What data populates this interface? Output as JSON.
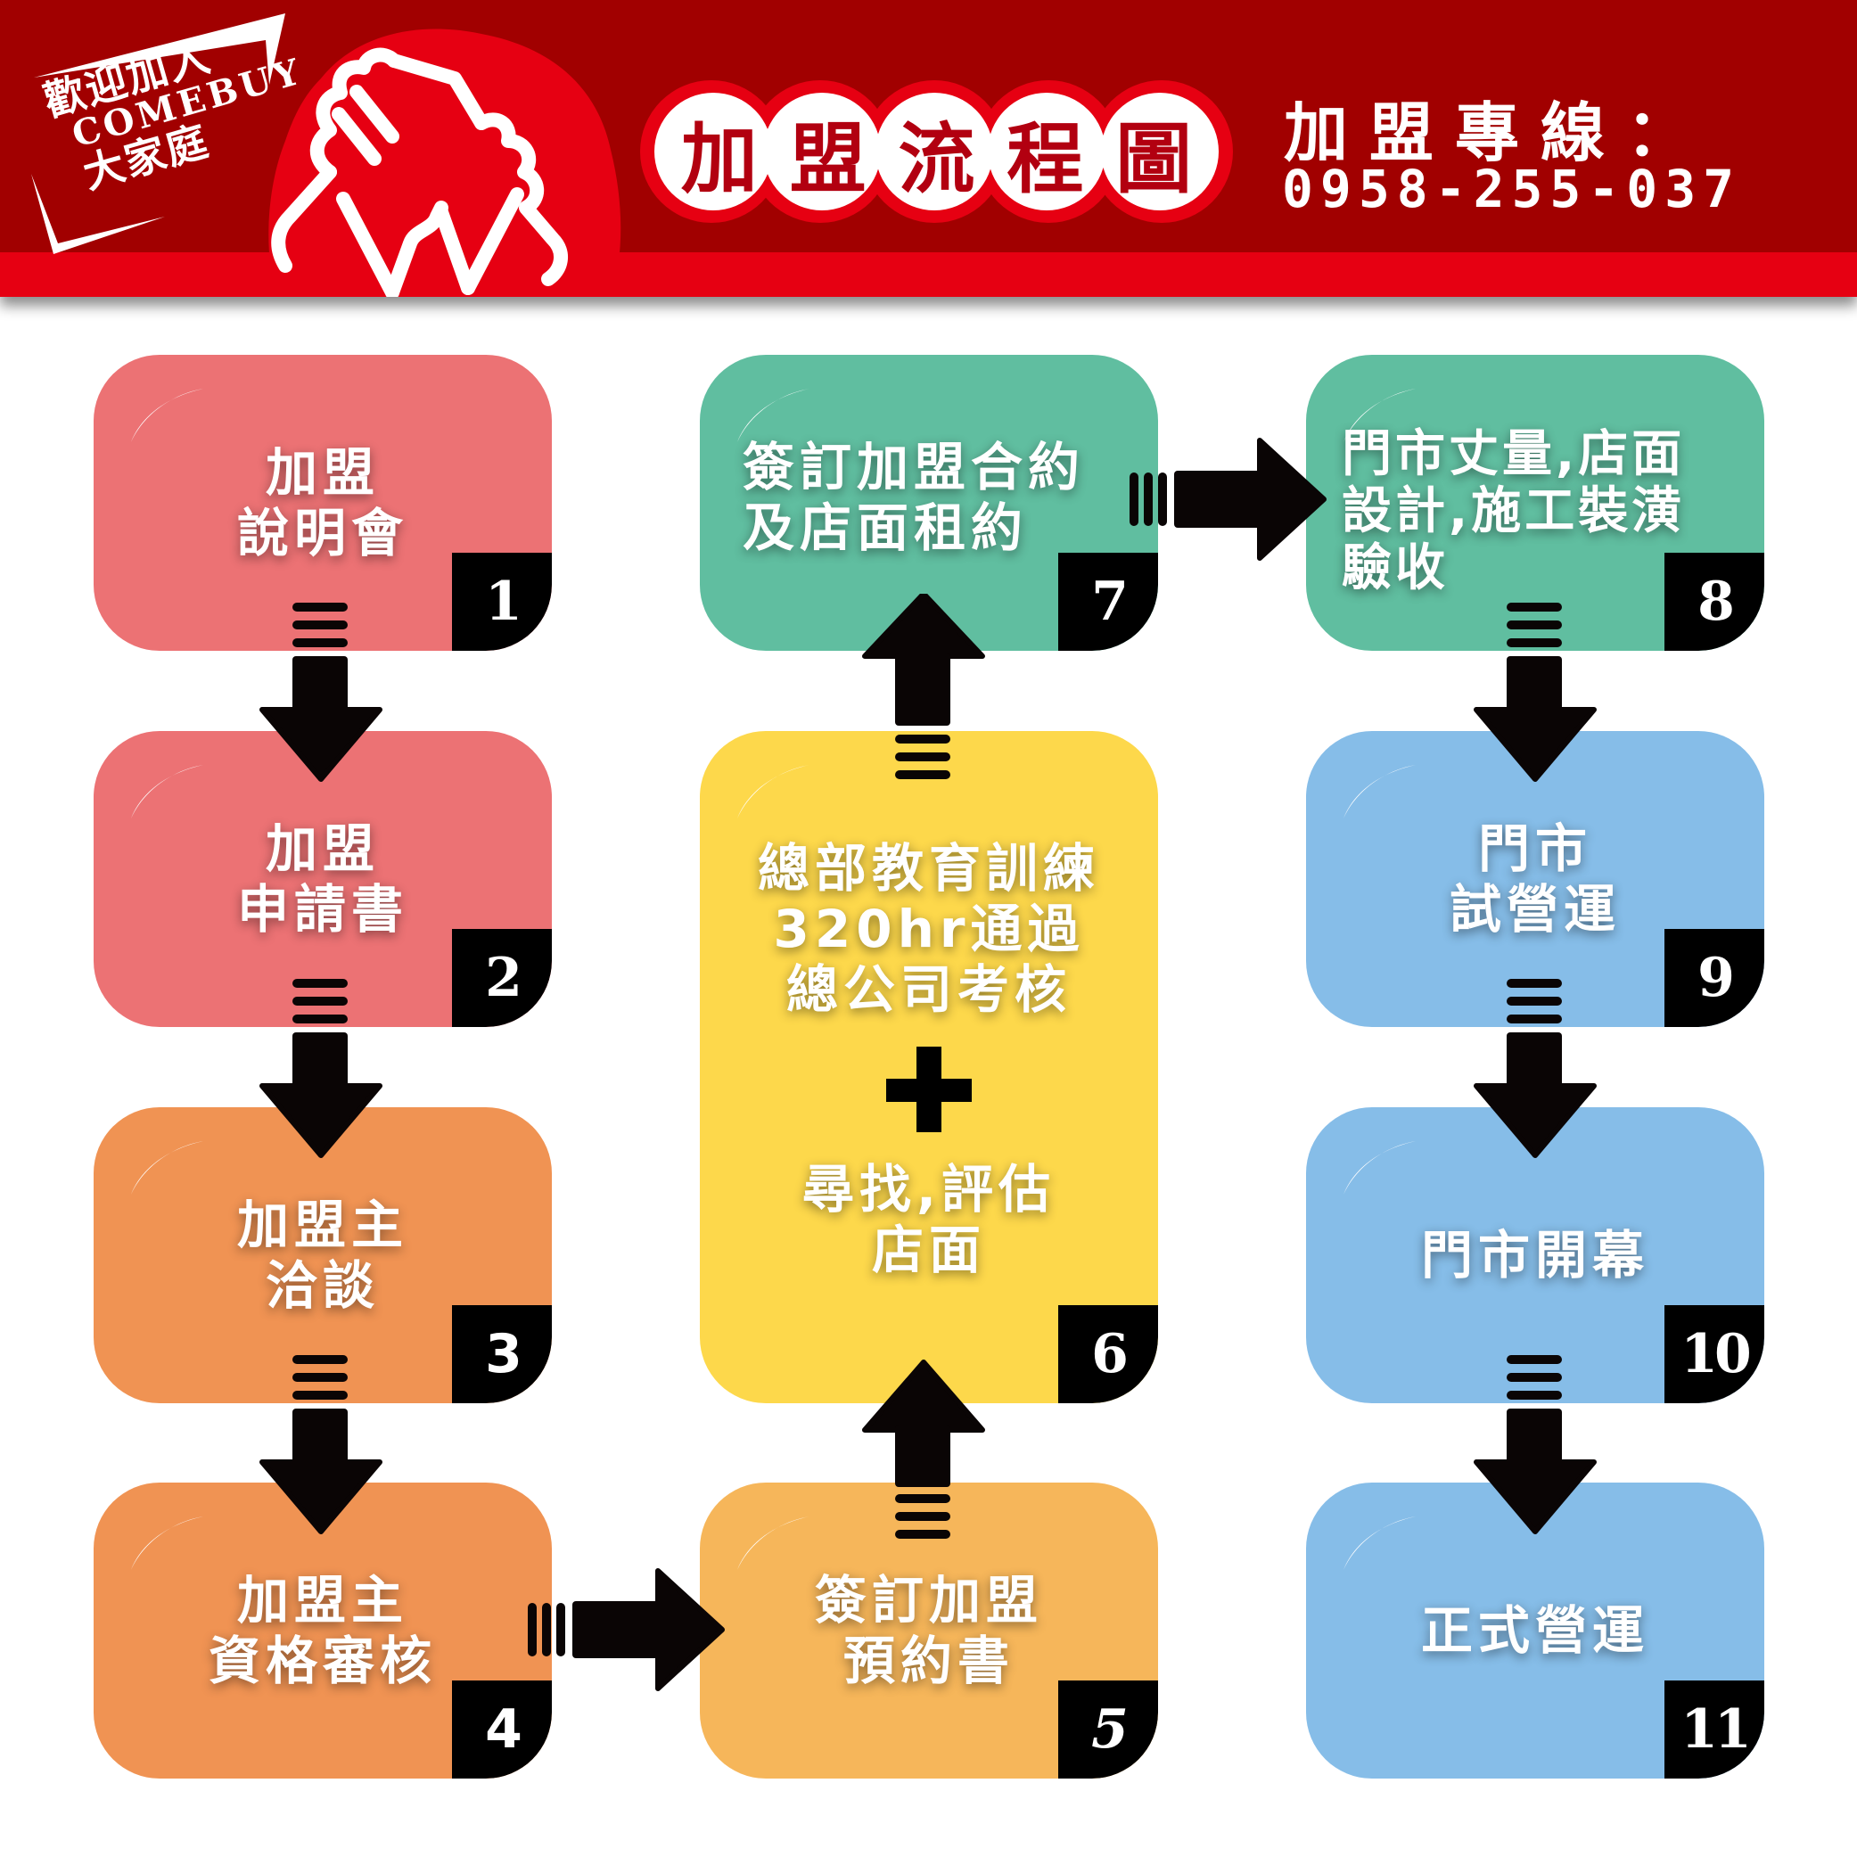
{
  "header": {
    "welcome_line1": "歡迎加入",
    "welcome_line2": "COMEBUY",
    "welcome_line3": "大家庭",
    "title_chars": [
      "加",
      "盟",
      "流",
      "程",
      "圖"
    ],
    "title": "加盟流程圖",
    "hotline_label": "加盟專線：",
    "hotline_number": "0958-255-037",
    "colors": {
      "dark_red": "#a10000",
      "bright_red": "#e60012",
      "title_text": "#b20010"
    }
  },
  "steps": [
    {
      "number": "1",
      "lines": [
        "加盟",
        "說明會"
      ],
      "color": "#ec7274"
    },
    {
      "number": "2",
      "lines": [
        "加盟",
        "申請書"
      ],
      "color": "#ec7274"
    },
    {
      "number": "3",
      "lines": [
        "加盟主",
        "洽談"
      ],
      "color": "#f09353"
    },
    {
      "number": "4",
      "lines": [
        "加盟主",
        "資格審核"
      ],
      "color": "#f09353"
    },
    {
      "number": "5",
      "lines": [
        "簽訂加盟",
        "預約書"
      ],
      "color": "#f6b65a"
    },
    {
      "number": "6",
      "lines_top": [
        "總部教育訓練",
        "320hr通過",
        "總公司考核"
      ],
      "plus": "+",
      "lines_bottom": [
        "尋找,評估",
        "店面"
      ],
      "color": "#fdd84b"
    },
    {
      "number": "7",
      "lines": [
        "簽訂加盟合約",
        "及店面租約"
      ],
      "color": "#60bea0"
    },
    {
      "number": "8",
      "lines": [
        "門市丈量,店面",
        "設計,施工裝潢",
        "驗收"
      ],
      "color": "#60bea0"
    },
    {
      "number": "9",
      "lines": [
        "門市",
        "試營運"
      ],
      "color": "#86bde8"
    },
    {
      "number": "10",
      "lines": [
        "門市開幕"
      ],
      "color": "#86bde8"
    },
    {
      "number": "11",
      "lines": [
        "正式營運"
      ],
      "color": "#86bde8"
    }
  ],
  "flow": [
    "1→2",
    "2→3",
    "3→4",
    "4→5",
    "5→6",
    "6→7",
    "7→8",
    "8→9",
    "9→10",
    "10→11"
  ]
}
